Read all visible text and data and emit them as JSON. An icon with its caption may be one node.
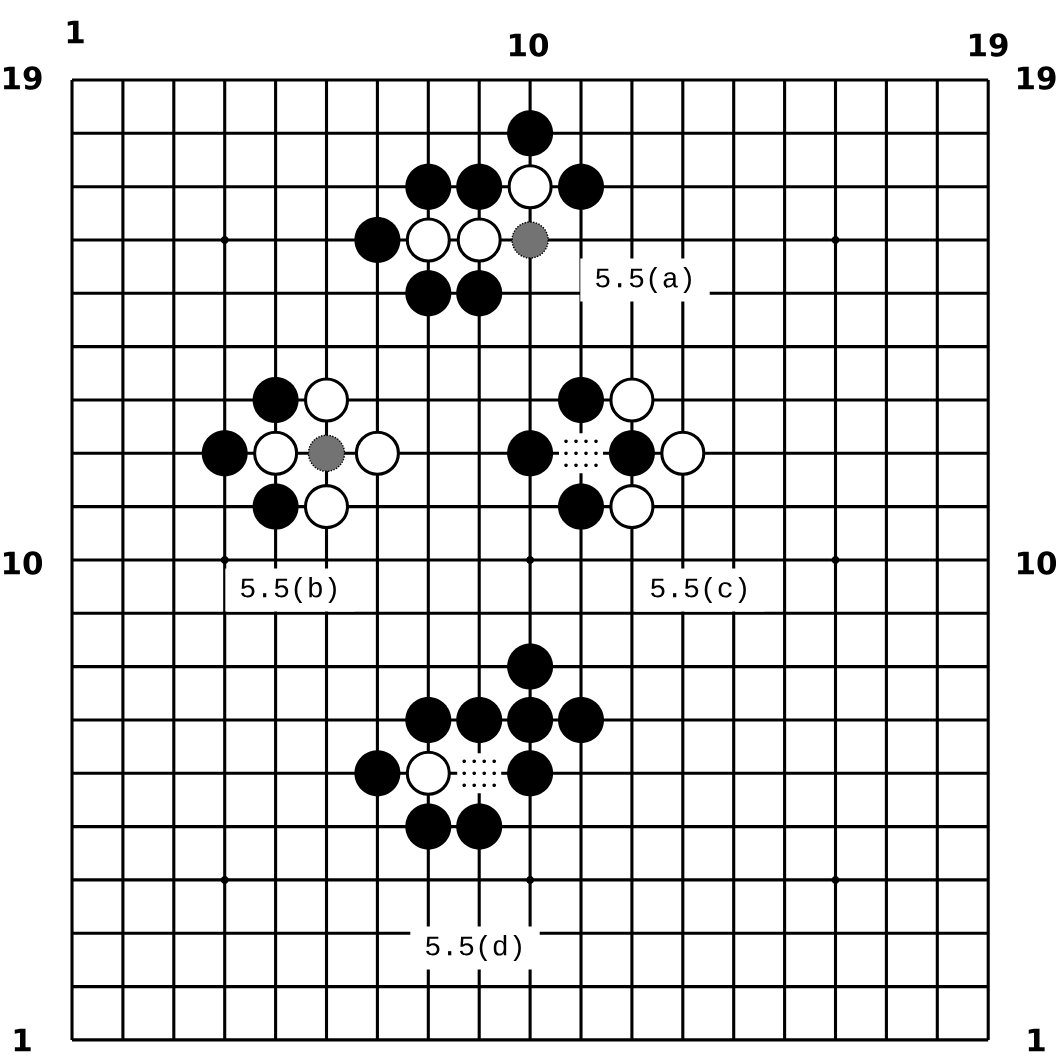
{
  "diagram": {
    "labels": [
      "1",
      "10",
      "19",
      "19",
      "19",
      "5.5(a)",
      "10",
      "5.5(b)",
      "5.5(c)",
      "10",
      "5.5(d)",
      "1",
      "1"
    ]
  }
}
